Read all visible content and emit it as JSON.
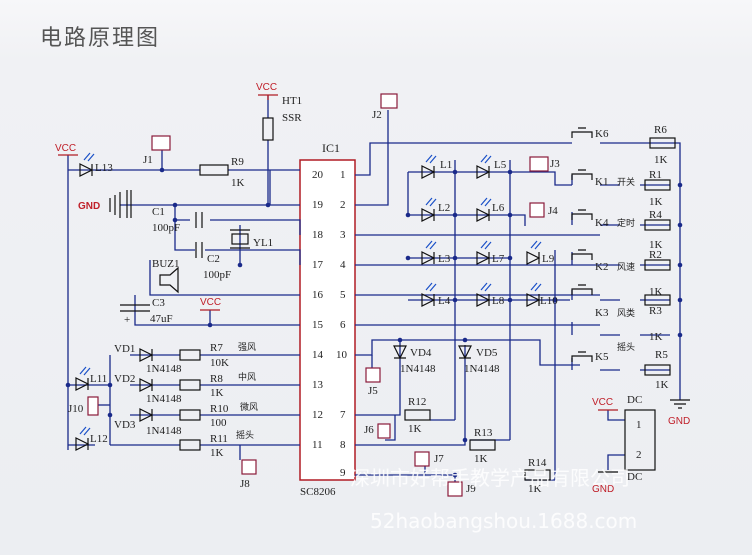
{
  "heading": "电路原理图",
  "ic": {
    "ref": "IC1",
    "part": "SC8206",
    "left_pins": [
      "20",
      "19",
      "18",
      "17",
      "16",
      "15",
      "14",
      "13",
      "12",
      "11"
    ],
    "right_pins": [
      "1",
      "2",
      "3",
      "4",
      "5",
      "6",
      "10",
      "7",
      "8",
      "9"
    ]
  },
  "power": {
    "vcc": "VCC",
    "gnd": "GND"
  },
  "components": {
    "ht1": "HT1",
    "ssr": "SSR",
    "j1": "J1",
    "j2": "J2",
    "j3": "J3",
    "j4": "J4",
    "j5": "J5",
    "j6": "J6",
    "j7": "J7",
    "j8": "J8",
    "j9": "J9",
    "j10": "J10",
    "r9": "R9",
    "r9v": "1K",
    "c1": "C1",
    "c1v": "100pF",
    "c2": "C2",
    "c2v": "100pF",
    "yl1": "YL1",
    "buz1": "BUZ1",
    "c3": "C3",
    "c3v": "47uF",
    "l13": "L13",
    "l11": "L11",
    "l12": "L12",
    "vd1": "VD1",
    "vd2": "VD2",
    "vd3": "VD3",
    "vd4": "VD4",
    "vd5": "VD5",
    "d1n": "1N4148",
    "r7": "R7",
    "r7v": "10K",
    "r8": "R8",
    "r8v": "1K",
    "r10": "R10",
    "r10v": "100",
    "r11": "R11",
    "r11v": "1K",
    "r12": "R12",
    "r12v": "1K",
    "r13": "R13",
    "r13v": "1K",
    "r14": "R14",
    "r14v": "1K",
    "leds": [
      "L1",
      "L2",
      "L3",
      "L4",
      "L5",
      "L6",
      "L7",
      "L8",
      "L9",
      "L10"
    ],
    "keys": [
      "K6",
      "K1",
      "K4",
      "K2",
      "K3",
      "K5"
    ],
    "rright": [
      "R6",
      "R1",
      "R4",
      "R2",
      "R3",
      "R5"
    ],
    "rright_v": "1K",
    "dc": "DC",
    "dc1": "1",
    "dc2": "2"
  },
  "cn_labels": {
    "strong": "强风",
    "mid": "中风",
    "weak": "微风",
    "swing1": "摇头",
    "power_sw": "开关",
    "timer": "定时",
    "speed": "风速",
    "mode": "风类",
    "swing2": "摇头"
  },
  "watermark": {
    "line1": "深圳市好帮手教学产品有限公司",
    "line2": "52haobangshou.1688.com"
  }
}
